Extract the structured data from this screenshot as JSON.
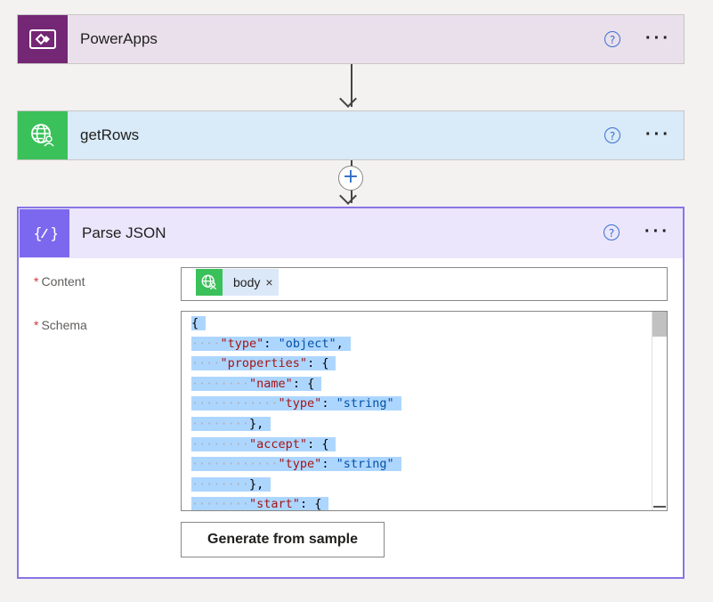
{
  "cards": {
    "powerapps": {
      "title": "PowerApps",
      "help": "?",
      "more": "···"
    },
    "getrows": {
      "title": "getRows",
      "help": "?",
      "more": "···"
    }
  },
  "add_step": "+",
  "parse_json": {
    "title": "Parse JSON",
    "icon_text": "{⁄}",
    "help": "?",
    "more": "···",
    "content_label": "Content",
    "content_token": "body",
    "token_remove": "×",
    "schema_label": "Schema",
    "required_mark": "*",
    "schema_lines": [
      [
        "",
        "{"
      ],
      [
        "····",
        "\"type\"",
        ": ",
        "\"object\"",
        ","
      ],
      [
        "····",
        "\"properties\"",
        ": {"
      ],
      [
        "········",
        "\"name\"",
        ": {"
      ],
      [
        "············",
        "\"type\"",
        ": ",
        "\"string\""
      ],
      [
        "········",
        "},"
      ],
      [
        "········",
        "\"accept\"",
        ": {"
      ],
      [
        "············",
        "\"type\"",
        ": ",
        "\"string\""
      ],
      [
        "········",
        "},"
      ],
      [
        "········",
        "\"start\"",
        ": {"
      ]
    ],
    "generate_button": "Generate from sample"
  }
}
